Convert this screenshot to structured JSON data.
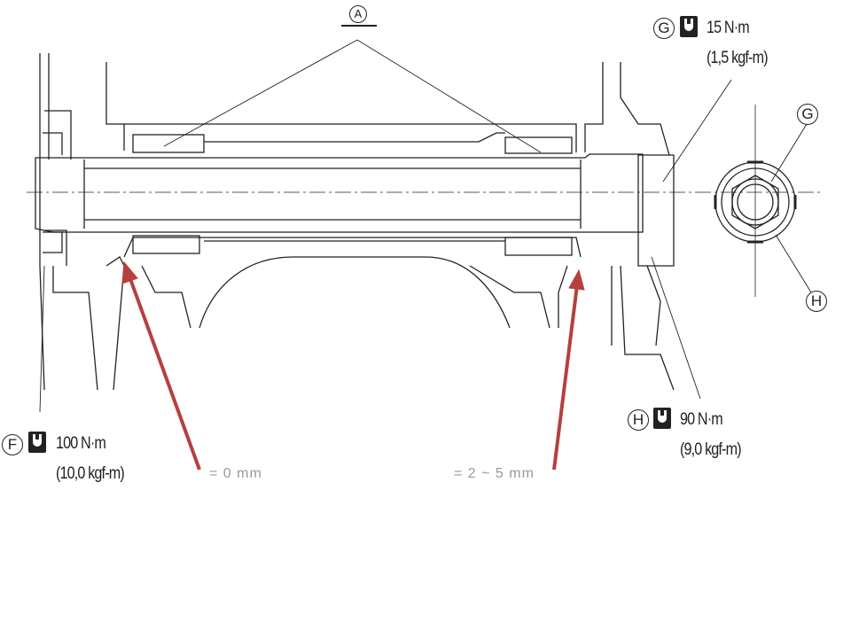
{
  "callouts": {
    "top": {
      "letter": "A",
      "icon": "grease-applicator-icon"
    },
    "G": {
      "letter": "G",
      "torque": "15 N·m",
      "torque_alt": "(1,5 kgf-m)"
    },
    "F": {
      "letter": "F",
      "torque": "100 N·m",
      "torque_alt": "(10,0 kgf-m)"
    },
    "H": {
      "letter": "H",
      "torque": "90 N·m",
      "torque_alt": "(9,0 kgf-m)"
    },
    "detail_G": "G",
    "detail_H": "H"
  },
  "gaps": {
    "left": "= 0 mm",
    "right": "= 2 ~ 5 mm"
  },
  "colors": {
    "arrow": "#b5403e",
    "line": "#222222",
    "gap_text": "#999999"
  }
}
